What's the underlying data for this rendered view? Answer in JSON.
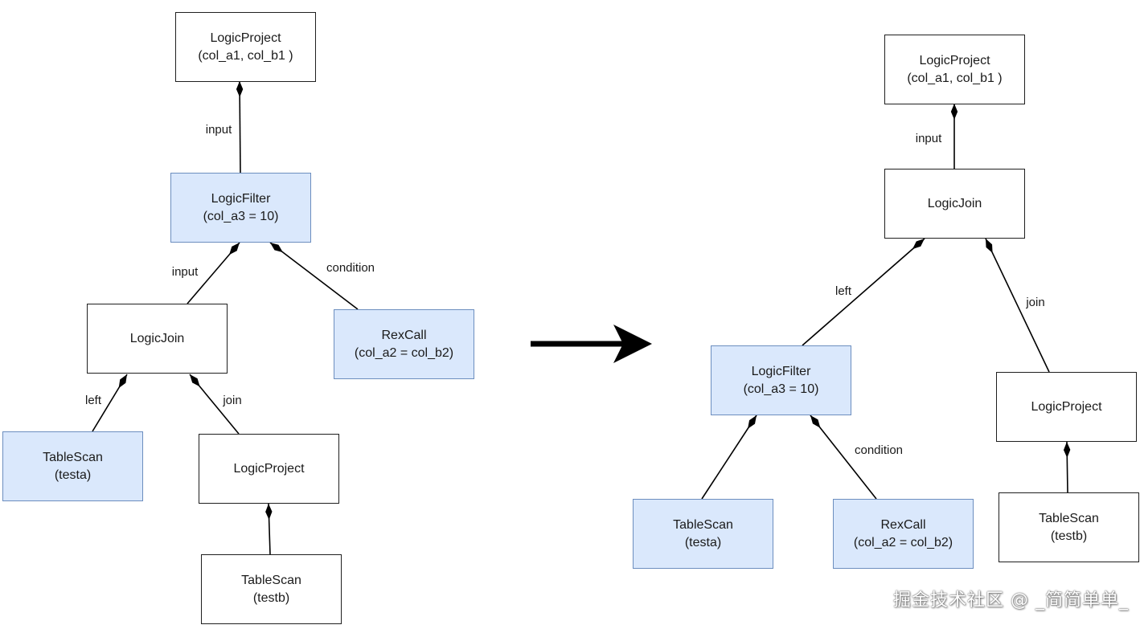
{
  "before": {
    "project_top": {
      "title": "LogicProject",
      "sub": "(col_a1, col_b1 )"
    },
    "filter": {
      "title": "LogicFilter",
      "sub": "(col_a3 = 10)"
    },
    "join": {
      "title": "LogicJoin"
    },
    "rexcall": {
      "title": "RexCall",
      "sub": "(col_a2 = col_b2)"
    },
    "scan_a": {
      "title": "TableScan",
      "sub": "(testa)"
    },
    "project_b": {
      "title": "LogicProject"
    },
    "scan_b": {
      "title": "TableScan",
      "sub": "(testb)"
    },
    "labels": {
      "input1": "input",
      "input2": "input",
      "condition": "condition",
      "left": "left",
      "join": "join"
    }
  },
  "after": {
    "project_top": {
      "title": "LogicProject",
      "sub": "(col_a1, col_b1 )"
    },
    "join": {
      "title": "LogicJoin"
    },
    "filter": {
      "title": "LogicFilter",
      "sub": "(col_a3 = 10)"
    },
    "project_b": {
      "title": "LogicProject"
    },
    "scan_a": {
      "title": "TableScan",
      "sub": "(testa)"
    },
    "rexcall": {
      "title": "RexCall",
      "sub": "(col_a2 = col_b2)"
    },
    "scan_b": {
      "title": "TableScan",
      "sub": "(testb)"
    },
    "labels": {
      "input": "input",
      "left": "left",
      "join": "join",
      "condition": "condition"
    }
  },
  "watermark": "掘金技术社区 @ _简简单单_",
  "colors": {
    "highlight_fill": "#dae8fc",
    "highlight_border": "#6c8ebf",
    "line": "#000000"
  }
}
